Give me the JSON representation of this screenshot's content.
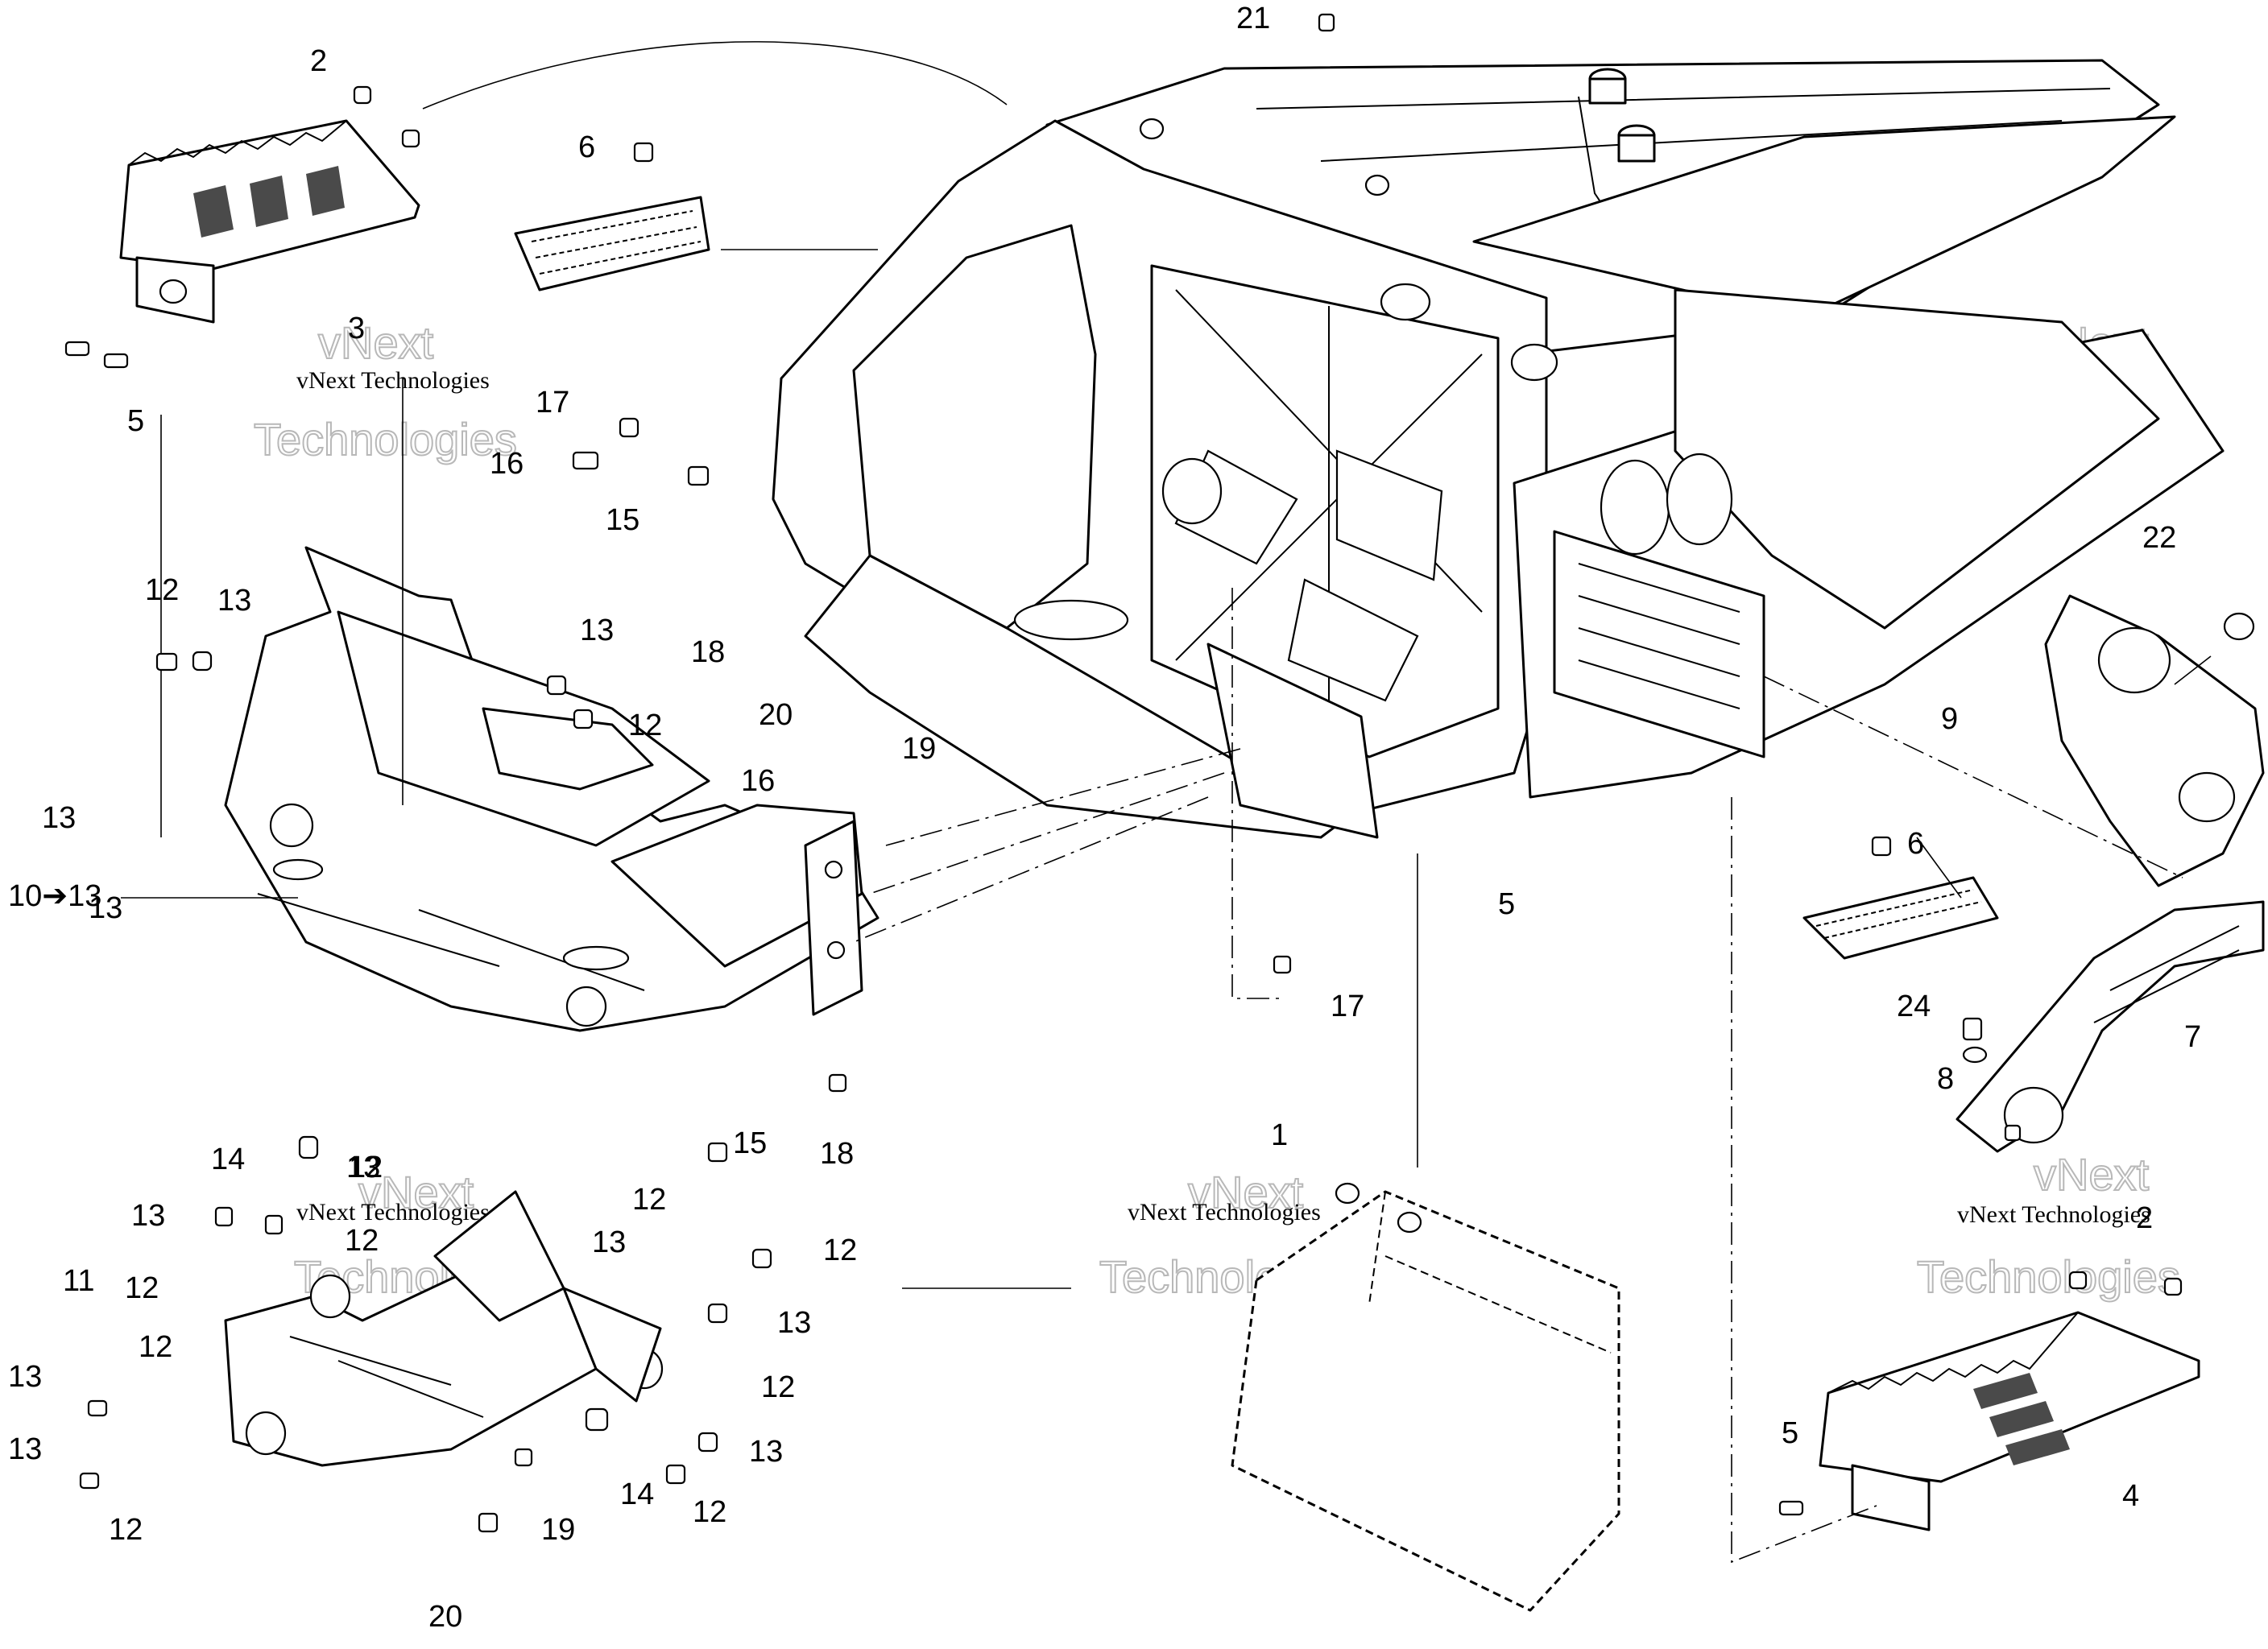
{
  "watermark": {
    "brand": "vNext",
    "line": "vNext Technologies",
    "word": "Technologies"
  },
  "callouts": {
    "c1": "1",
    "c2a": "2",
    "c2b": "2",
    "c3": "3",
    "c4": "4",
    "c5a": "5",
    "c5b": "5",
    "c5c": "5",
    "c6a": "6",
    "c6b": "6",
    "c7": "7",
    "c8": "8",
    "c9": "9",
    "c10": "10➔13",
    "c11": "11",
    "c12a": "12",
    "c12b": "12",
    "c12c": "12",
    "c12d": "12",
    "c12e": "12",
    "c12f": "12",
    "c12g": "12",
    "c12h": "12",
    "c12i": "12",
    "c12j": "12",
    "c12k": "12",
    "c13a": "13",
    "c13b": "13",
    "c13c": "13",
    "c13d": "13",
    "c13e": "13",
    "c13f": "13",
    "c13g": "13",
    "c13h": "13",
    "c13i": "13",
    "c13j": "13",
    "c13k": "13",
    "c14a": "14",
    "c14b": "14",
    "c15a": "15",
    "c15b": "15",
    "c16a": "16",
    "c16b": "16",
    "c17a": "17",
    "c17b": "17",
    "c18a": "18",
    "c18b": "18",
    "c19a": "19",
    "c19b": "19",
    "c20a": "20",
    "c20b": "20",
    "c21": "21",
    "c22": "22",
    "c24": "24"
  }
}
